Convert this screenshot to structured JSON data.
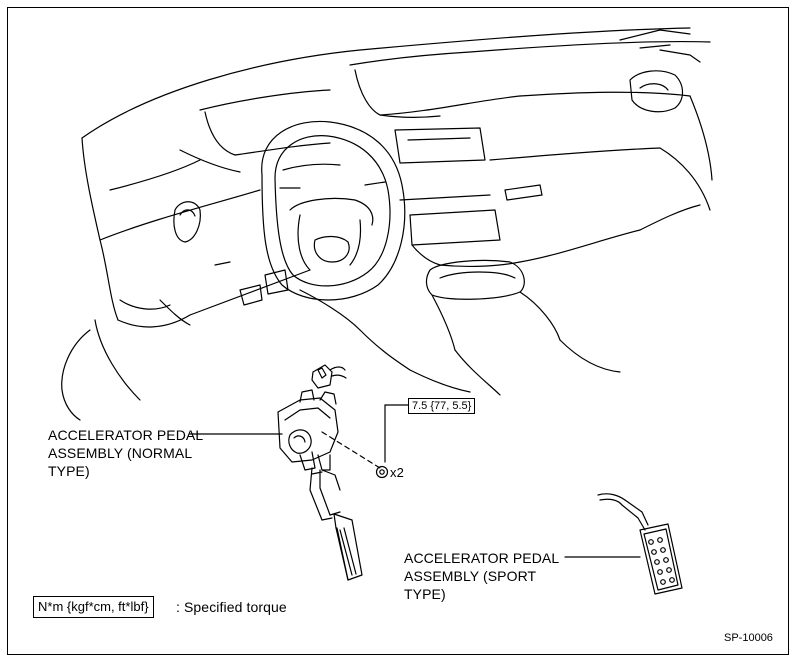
{
  "labels": {
    "normal_pedal": "ACCELERATOR PEDAL\nASSEMBLY (NORMAL\nTYPE)",
    "sport_pedal": "ACCELERATOR PEDAL\nASSEMBLY (SPORT\nTYPE)",
    "torque_value": "7.5 {77, 5.5}",
    "quantity": "x2"
  },
  "legend": {
    "unit_box": "N*m {kgf*cm, ft*lbf}",
    "description": ": Specified torque"
  },
  "figure_id": "SP-10006"
}
